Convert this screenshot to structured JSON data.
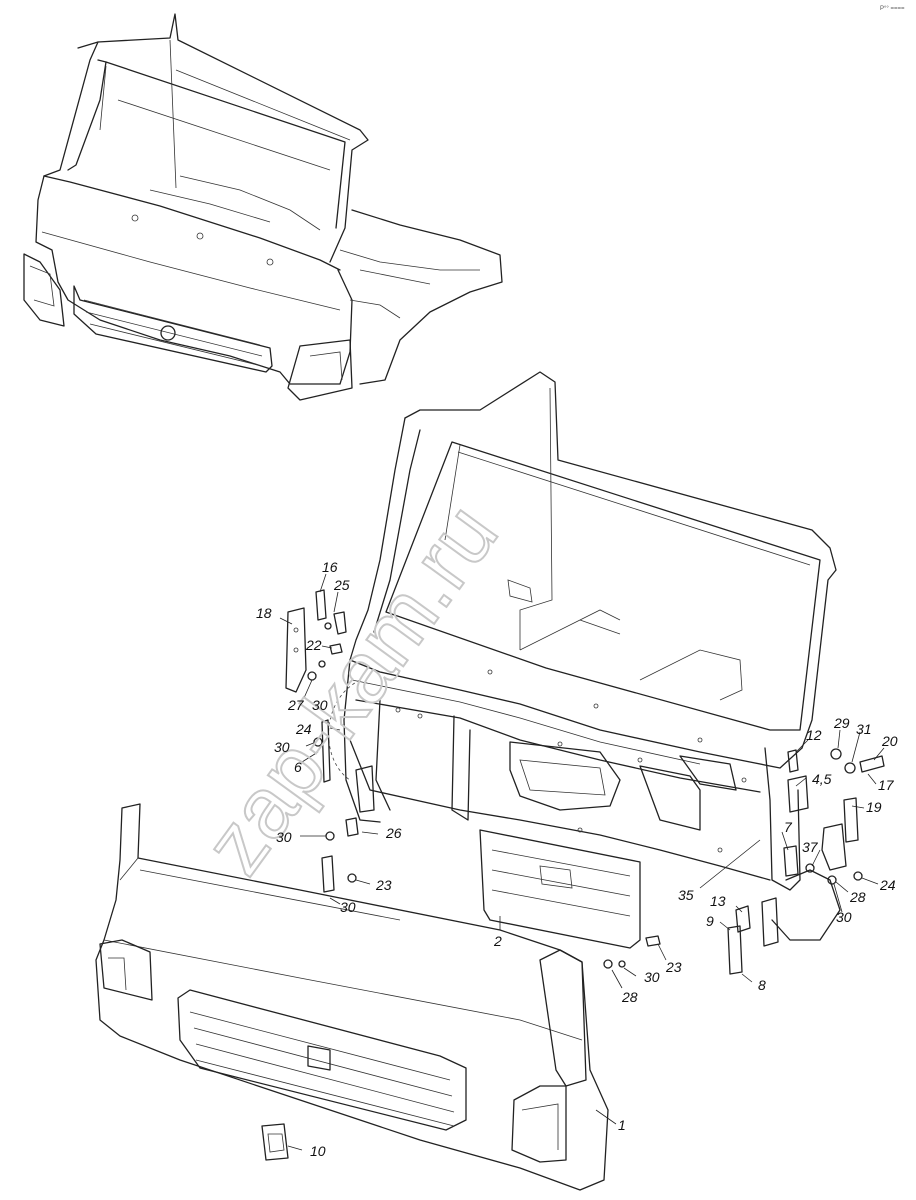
{
  "watermark": "zap-kam.ru",
  "corner_mark": "P°° ====",
  "labels": [
    {
      "id": "16",
      "text": "16"
    },
    {
      "id": "25",
      "text": "25"
    },
    {
      "id": "18",
      "text": "18"
    },
    {
      "id": "22",
      "text": "22"
    },
    {
      "id": "27",
      "text": "27"
    },
    {
      "id": "30a",
      "text": "30"
    },
    {
      "id": "24a",
      "text": "24"
    },
    {
      "id": "30b",
      "text": "30"
    },
    {
      "id": "6",
      "text": "6"
    },
    {
      "id": "30c",
      "text": "30"
    },
    {
      "id": "26",
      "text": "26"
    },
    {
      "id": "23a",
      "text": "23"
    },
    {
      "id": "30d",
      "text": "30"
    },
    {
      "id": "2",
      "text": "2"
    },
    {
      "id": "23b",
      "text": "23"
    },
    {
      "id": "30e",
      "text": "30"
    },
    {
      "id": "28a",
      "text": "28"
    },
    {
      "id": "35",
      "text": "35"
    },
    {
      "id": "13",
      "text": "13"
    },
    {
      "id": "9",
      "text": "9"
    },
    {
      "id": "8",
      "text": "8"
    },
    {
      "id": "7",
      "text": "7"
    },
    {
      "id": "12",
      "text": "12"
    },
    {
      "id": "45",
      "text": "4,5"
    },
    {
      "id": "29",
      "text": "29"
    },
    {
      "id": "31",
      "text": "31"
    },
    {
      "id": "20",
      "text": "20"
    },
    {
      "id": "17",
      "text": "17"
    },
    {
      "id": "19",
      "text": "19"
    },
    {
      "id": "37",
      "text": "37"
    },
    {
      "id": "28b",
      "text": "28"
    },
    {
      "id": "24b",
      "text": "24"
    },
    {
      "id": "30f",
      "text": "30"
    },
    {
      "id": "1",
      "text": "1"
    },
    {
      "id": "10",
      "text": "10"
    }
  ]
}
